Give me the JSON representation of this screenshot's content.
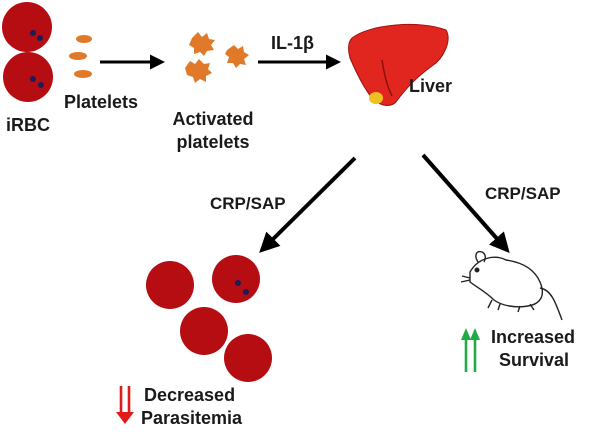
{
  "labels": {
    "irbc": "iRBC",
    "platelets": "Platelets",
    "activated_line1": "Activated",
    "activated_line2": "platelets",
    "cytokine": "IL-1β",
    "liver": "Liver",
    "crp_sap_left": "CRP/SAP",
    "crp_sap_right": "CRP/SAP",
    "decreased": "Decreased",
    "parasitemia": "Parasitemia",
    "increased": "Increased",
    "survival": "Survival"
  },
  "colors": {
    "rbc": "#b50d12",
    "parasite": "#1c1c5a",
    "platelet": "#e07a2a",
    "liver": "#e0261e",
    "gallbladder": "#f0c020",
    "arrow": "#000000",
    "decrease_arrow": "#e21a1a",
    "increase_arrow": "#22aa44",
    "text": "#1a1a1a"
  },
  "icons": {
    "infected_rbc": "infected-rbc-icon",
    "platelet": "platelet-icon",
    "activated_platelet": "activated-platelet-icon",
    "liver": "liver-icon",
    "mouse": "mouse-icon",
    "down_arrows": "double-down-arrow-icon",
    "up_arrows": "double-up-arrow-icon"
  }
}
